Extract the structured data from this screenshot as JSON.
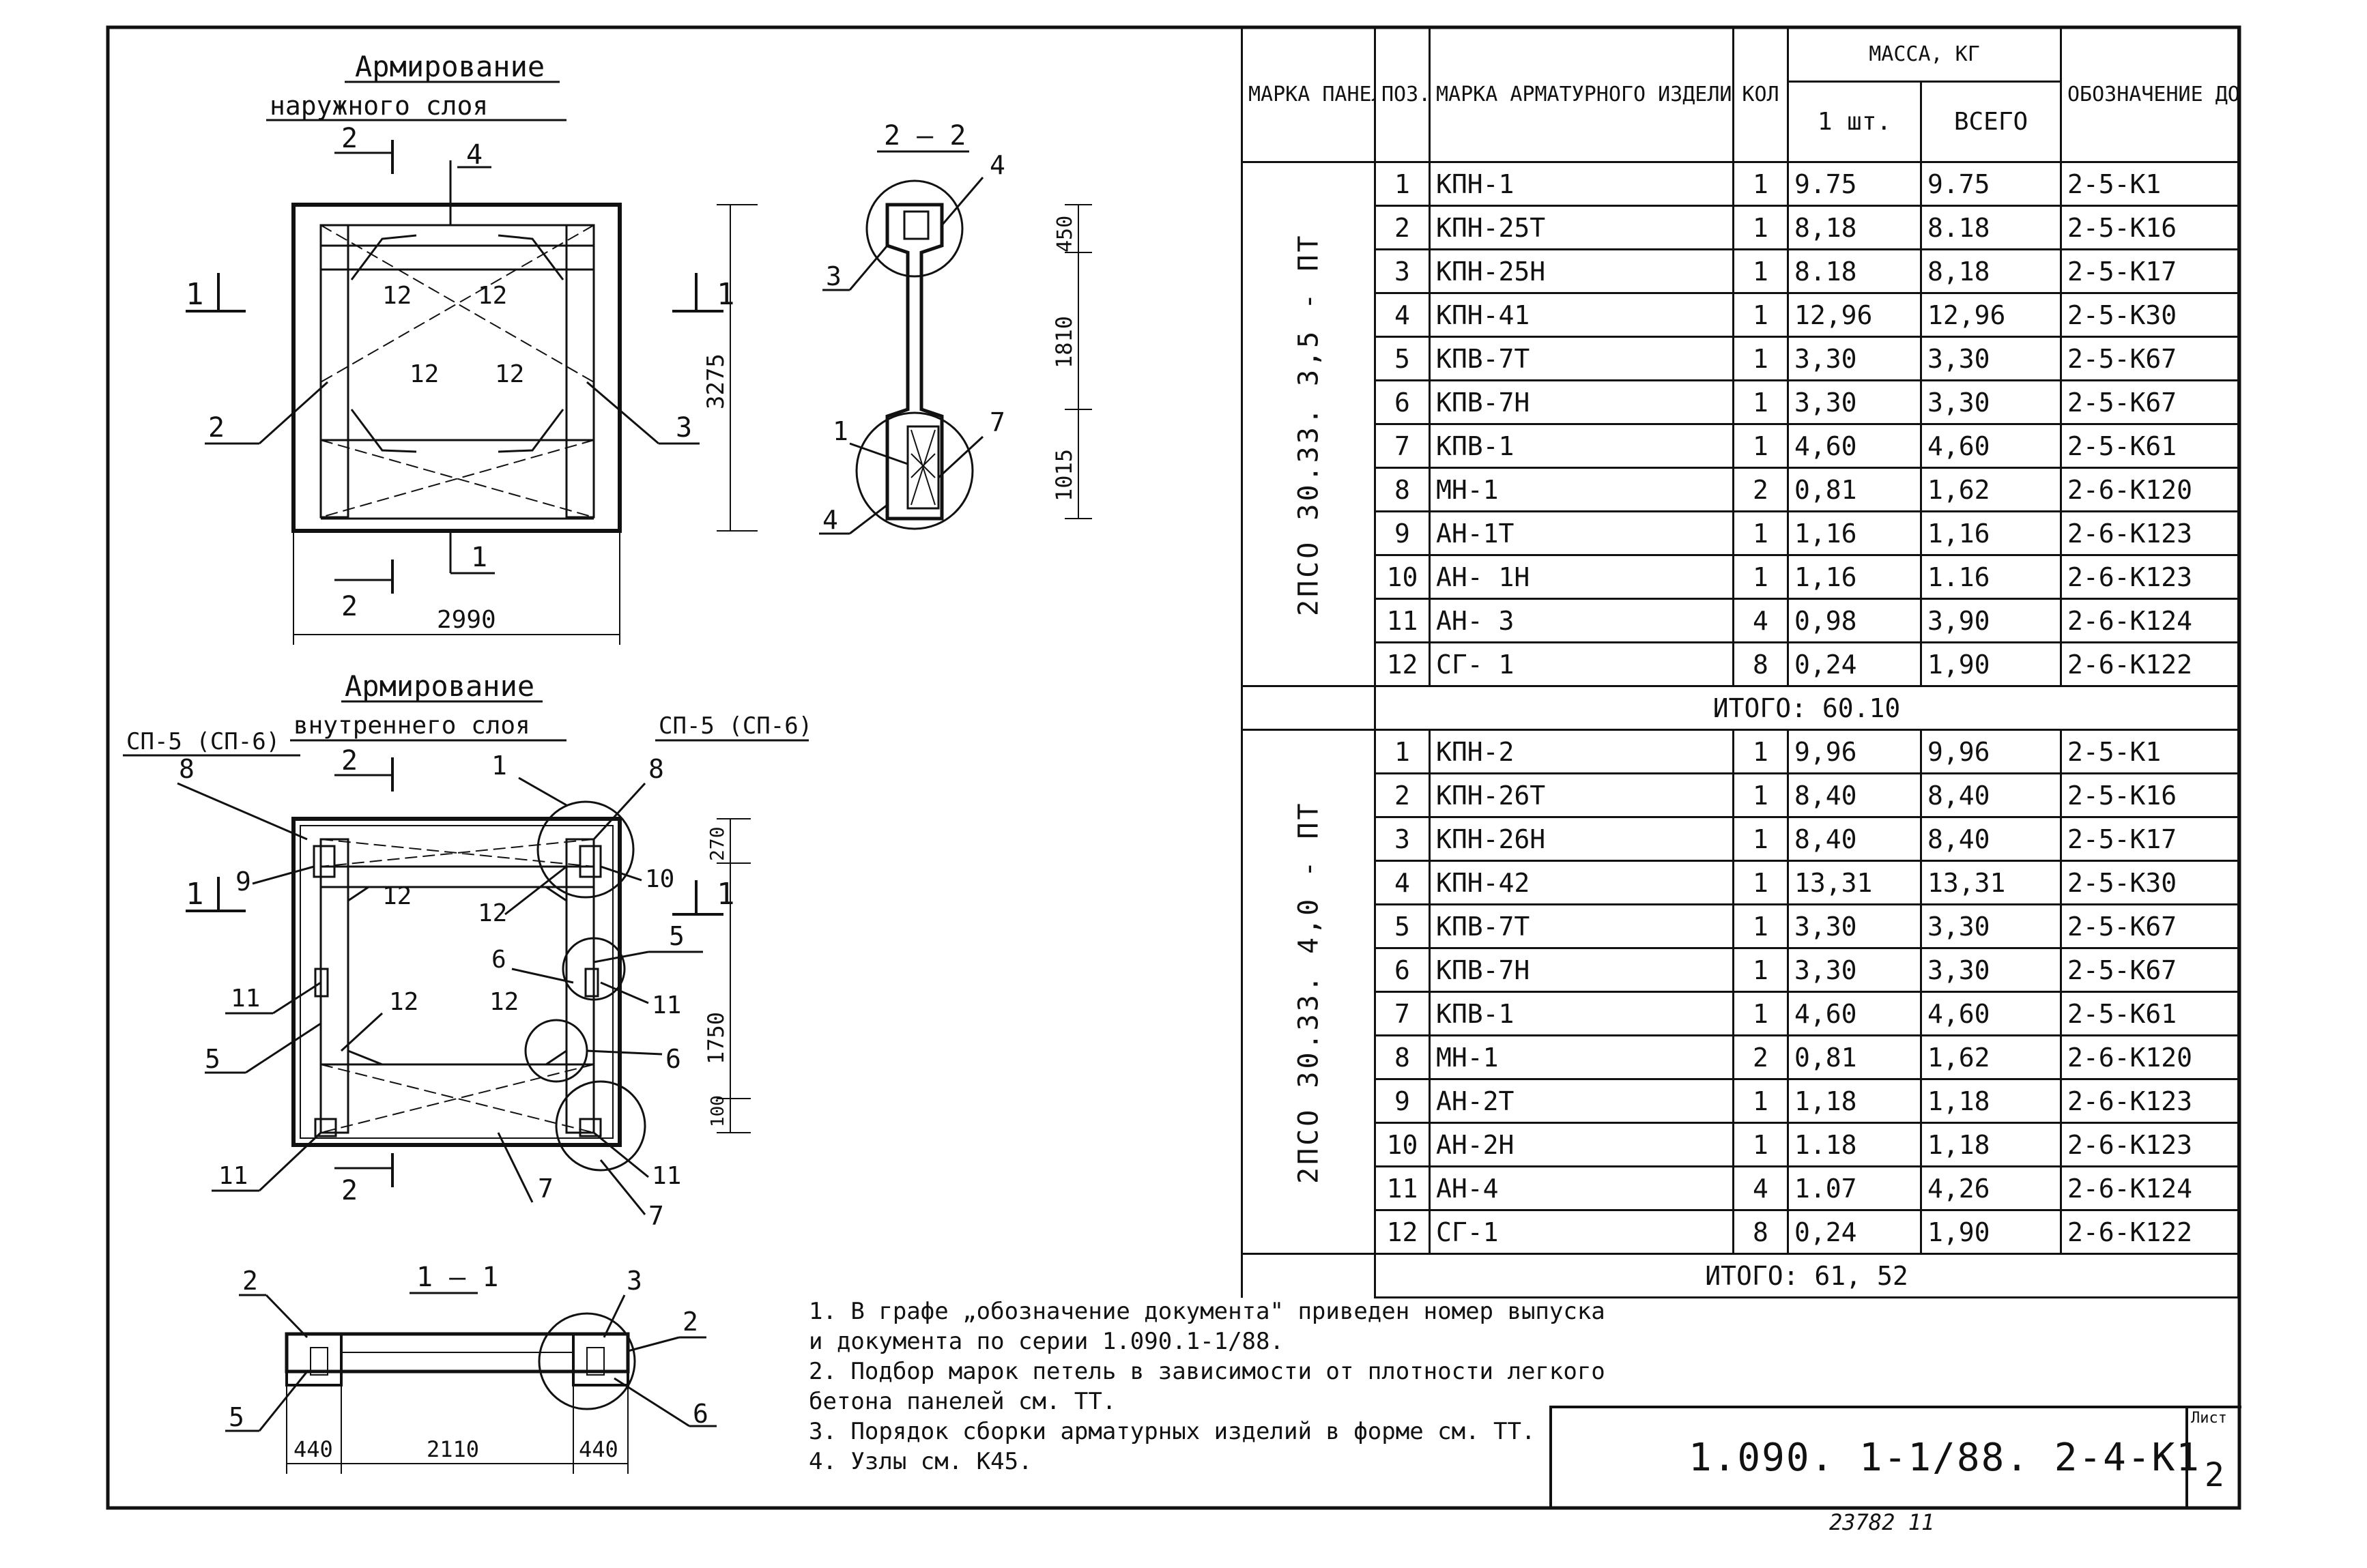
{
  "drawing": {
    "outer_title_1": "Армирование",
    "outer_title_2": "наружного слоя",
    "inner_title_1": "Армирование",
    "inner_title_2": "внутреннего слоя",
    "section_22": "2 — 2",
    "section_11": "1 — 1",
    "dims": {
      "d2990": "2990",
      "d3275": "3275",
      "d450": "450",
      "d1810": "1810",
      "d1015": "1015",
      "d270": "270",
      "d1750": "1750",
      "d100": "100",
      "d440a": "440",
      "d2110": "2110",
      "d440b": "440"
    },
    "sp_left": "СП-5 (СП-6)",
    "sp_right": "СП-5 (СП-6)",
    "marks": {
      "n1": "1",
      "n2": "2",
      "n3": "3",
      "n4": "4",
      "n5": "5",
      "n6": "6",
      "n7": "7",
      "n8": "8",
      "n9": "9",
      "n10": "10",
      "n11": "11",
      "n12": "12"
    }
  },
  "table": {
    "headers": {
      "panel": "МАРКА ПАНЕЛИ",
      "pos": "ПОЗ.",
      "mark": "МАРКА АРМАТУРНОГО ИЗДЕЛИЯ",
      "qty": "КОЛ",
      "mass": "МАССА, КГ",
      "mass_one": "1 шт.",
      "mass_all": "ВСЕГО",
      "doc": "ОБОЗНАЧЕНИЕ ДОКУМЕНТА"
    },
    "group1": {
      "panel": "2ПСО 30.33. 3,5 - ПТ",
      "total": "ИТОГО:   60.10",
      "rows": [
        {
          "pos": "1",
          "mark": "КПН-1",
          "qty": "1",
          "one": "9.75",
          "all": "9.75",
          "doc": "2-5-К1"
        },
        {
          "pos": "2",
          "mark": "КПН-25Т",
          "qty": "1",
          "one": "8,18",
          "all": "8.18",
          "doc": "2-5-К16"
        },
        {
          "pos": "3",
          "mark": "КПН-25Н",
          "qty": "1",
          "one": "8.18",
          "all": "8,18",
          "doc": "2-5-К17"
        },
        {
          "pos": "4",
          "mark": "КПН-41",
          "qty": "1",
          "one": "12,96",
          "all": "12,96",
          "doc": "2-5-К30"
        },
        {
          "pos": "5",
          "mark": "КПВ-7Т",
          "qty": "1",
          "one": "3,30",
          "all": "3,30",
          "doc": "2-5-К67"
        },
        {
          "pos": "6",
          "mark": "КПВ-7Н",
          "qty": "1",
          "one": "3,30",
          "all": "3,30",
          "doc": "2-5-К67"
        },
        {
          "pos": "7",
          "mark": "КПВ-1",
          "qty": "1",
          "one": "4,60",
          "all": "4,60",
          "doc": "2-5-К61"
        },
        {
          "pos": "8",
          "mark": "МН-1",
          "qty": "2",
          "one": "0,81",
          "all": "1,62",
          "doc": "2-6-К120"
        },
        {
          "pos": "9",
          "mark": "АН-1Т",
          "qty": "1",
          "one": "1,16",
          "all": "1,16",
          "doc": "2-6-К123"
        },
        {
          "pos": "10",
          "mark": "АН- 1Н",
          "qty": "1",
          "one": "1,16",
          "all": "1.16",
          "doc": "2-6-К123"
        },
        {
          "pos": "11",
          "mark": "АН- 3",
          "qty": "4",
          "one": "0,98",
          "all": "3,90",
          "doc": "2-6-К124"
        },
        {
          "pos": "12",
          "mark": "СГ- 1",
          "qty": "8",
          "one": "0,24",
          "all": "1,90",
          "doc": "2-6-К122"
        }
      ]
    },
    "group2": {
      "panel": "2ПСО 30.33. 4,0 - ПТ",
      "total": "ИТОГО:   61, 52",
      "rows": [
        {
          "pos": "1",
          "mark": "КПН-2",
          "qty": "1",
          "one": "9,96",
          "all": "9,96",
          "doc": "2-5-К1"
        },
        {
          "pos": "2",
          "mark": "КПН-26Т",
          "qty": "1",
          "one": "8,40",
          "all": "8,40",
          "doc": "2-5-К16"
        },
        {
          "pos": "3",
          "mark": "КПН-26Н",
          "qty": "1",
          "one": "8,40",
          "all": "8,40",
          "doc": "2-5-К17"
        },
        {
          "pos": "4",
          "mark": "КПН-42",
          "qty": "1",
          "one": "13,31",
          "all": "13,31",
          "doc": "2-5-К30"
        },
        {
          "pos": "5",
          "mark": "КПВ-7Т",
          "qty": "1",
          "one": "3,30",
          "all": "3,30",
          "doc": "2-5-К67"
        },
        {
          "pos": "6",
          "mark": "КПВ-7Н",
          "qty": "1",
          "one": "3,30",
          "all": "3,30",
          "doc": "2-5-К67"
        },
        {
          "pos": "7",
          "mark": "КПВ-1",
          "qty": "1",
          "one": "4,60",
          "all": "4,60",
          "doc": "2-5-К61"
        },
        {
          "pos": "8",
          "mark": "МН-1",
          "qty": "2",
          "one": "0,81",
          "all": "1,62",
          "doc": "2-6-К120"
        },
        {
          "pos": "9",
          "mark": "АН-2Т",
          "qty": "1",
          "one": "1,18",
          "all": "1,18",
          "doc": "2-6-К123"
        },
        {
          "pos": "10",
          "mark": "АН-2Н",
          "qty": "1",
          "one": "1.18",
          "all": "1,18",
          "doc": "2-6-К123"
        },
        {
          "pos": "11",
          "mark": "АН-4",
          "qty": "4",
          "one": "1.07",
          "all": "4,26",
          "doc": "2-6-К124"
        },
        {
          "pos": "12",
          "mark": "СГ-1",
          "qty": "8",
          "one": "0,24",
          "all": "1,90",
          "doc": "2-6-К122"
        }
      ]
    }
  },
  "notes": [
    "1. В графе „обозначение документа\" приведен номер выпуска",
    "   и документа по серии 1.090.1-1/88.",
    "2. Подбор марок петель в зависимости от плотности легкого",
    "   бетона панелей см. ТТ.",
    "3. Порядок сборки арматурных изделий в форме см. ТТ.",
    "4. Узлы см. К45."
  ],
  "stamp": {
    "code": "1.090. 1-1/88. 2-4-К1",
    "sheet_label": "Лист",
    "sheet_number": "2",
    "inventory": "23782   11"
  }
}
